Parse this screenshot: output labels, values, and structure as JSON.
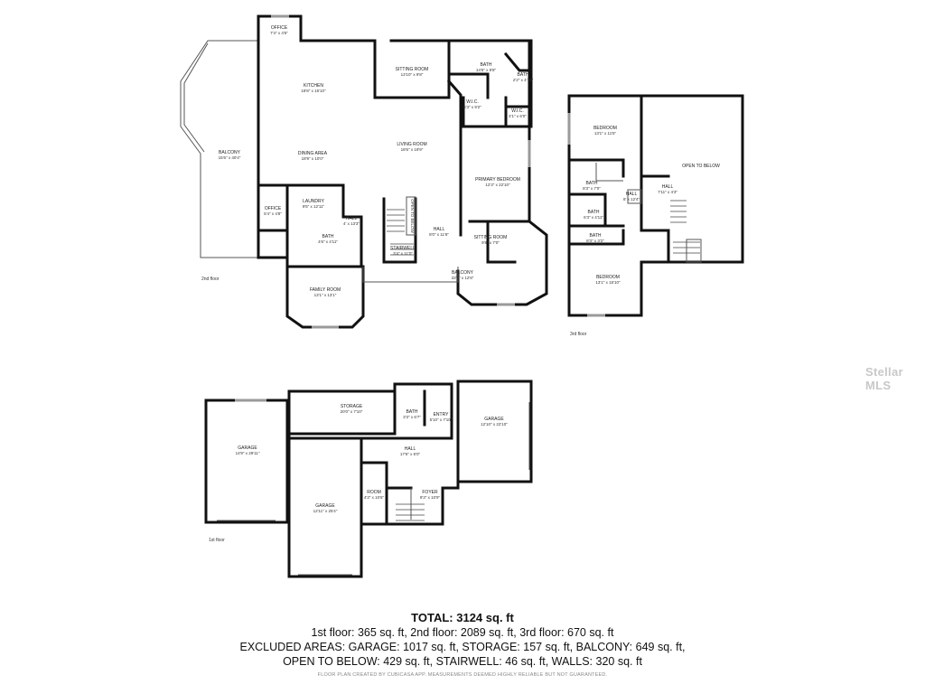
{
  "floors": [
    {
      "id": "2nd",
      "label": "2nd floor",
      "rooms": [
        {
          "name": "OFFICE",
          "dims": "7'4\" x 4'5\""
        },
        {
          "name": "KITCHEN",
          "dims": "18'8\" x 15'10\""
        },
        {
          "name": "SITTING ROOM",
          "dims": "13'10\" x 9'8\""
        },
        {
          "name": "BATH",
          "dims": "14'5\" x 9'8\""
        },
        {
          "name": "BATH",
          "dims": "2'2\" x 4'10\""
        },
        {
          "name": "W.I.C.",
          "dims": "6'3\" x 9'2\""
        },
        {
          "name": "W.I.C.",
          "dims": "4'1\" x 6'0\""
        },
        {
          "name": "BALCONY",
          "dims": "15'6\" x 40'4\""
        },
        {
          "name": "DINING AREA",
          "dims": "18'9\" x 10'0\""
        },
        {
          "name": "LIVING ROOM",
          "dims": "18'6\" x 19'9\""
        },
        {
          "name": "PRIMARY BEDROOM",
          "dims": "12'3\" x 22'10\""
        },
        {
          "name": "OFFICE",
          "dims": "5'4\" x 4'8\""
        },
        {
          "name": "LAUNDRY",
          "dims": "9'5\" x 12'11\""
        },
        {
          "name": "HALL",
          "dims": "4' x 13'3\""
        },
        {
          "name": "BATH",
          "dims": "4'6\" x 4'11\""
        },
        {
          "name": "HALL",
          "dims": "8'0\" x 11'8\""
        },
        {
          "name": "SITTING ROOM",
          "dims": "9'8\" x 7'0\""
        },
        {
          "name": "STAIRWELL",
          "dims": "3'4\" x 11'0\""
        },
        {
          "name": "FAMILY ROOM",
          "dims": "13'1\" x 13'1\""
        },
        {
          "name": "BALCONY",
          "dims": "33'0\" x 12'8\""
        }
      ],
      "annotations": [
        "OPEN TO BELOW"
      ]
    },
    {
      "id": "3rd",
      "label": "3rd floor",
      "rooms": [
        {
          "name": "BEDROOM",
          "dims": "13'1\" x 11'5\""
        },
        {
          "name": "OPEN TO BELOW",
          "dims": ""
        },
        {
          "name": "BATH",
          "dims": "8'3\" x 7'0\""
        },
        {
          "name": "HALL",
          "dims": "8' x 12'4\""
        },
        {
          "name": "HALL",
          "dims": "7'11\" x 4'3\""
        },
        {
          "name": "BATH",
          "dims": "6'3\" x 4'11\""
        },
        {
          "name": "BATH",
          "dims": "8'3\" x 3'2\""
        },
        {
          "name": "BEDROOM",
          "dims": "13'1\" x 15'10\""
        }
      ]
    },
    {
      "id": "1st",
      "label": "1st floor",
      "rooms": [
        {
          "name": "GARAGE",
          "dims": "14'9\" x 29'11\""
        },
        {
          "name": "STORAGE",
          "dims": "20'0\" x 7'10\""
        },
        {
          "name": "BATH",
          "dims": "3'3\" x 6'7\""
        },
        {
          "name": "ENTRY",
          "dims": "5'10\" x 7'10\""
        },
        {
          "name": "GARAGE",
          "dims": "12'10\" x 22'10\""
        },
        {
          "name": "HALL",
          "dims": "17'6\" x 6'0\""
        },
        {
          "name": "ROOM",
          "dims": "4'3\" x 10'6\""
        },
        {
          "name": "FOYER",
          "dims": "9'3\" x 10'9\""
        },
        {
          "name": "GARAGE",
          "dims": "12'11\" x 25'4\""
        }
      ]
    }
  ],
  "summary": {
    "total": "TOTAL: 3124 sq. ft",
    "line1": "1st floor: 365 sq. ft, 2nd floor: 2089 sq. ft, 3rd floor: 670 sq. ft",
    "line2": "EXCLUDED AREAS: GARAGE: 1017 sq. ft, STORAGE: 157 sq. ft, BALCONY: 649 sq. ft,",
    "line3": "OPEN TO BELOW: 429 sq. ft, STAIRWELL: 46 sq. ft, WALLS: 320 sq. ft"
  },
  "disclaimer": "FLOOR PLAN CREATED BY CUBICASA APP. MEASUREMENTS DEEMED HIGHLY RELIABLE BUT NOT GUARANTEED.",
  "watermark": "Stellar MLS"
}
